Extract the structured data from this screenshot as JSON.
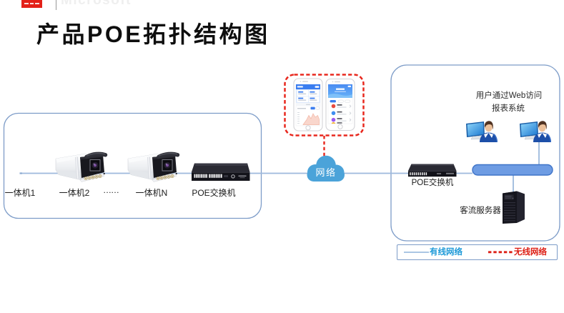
{
  "header": {
    "watermark": "Microsoft"
  },
  "title": "产品POE拓扑结构图",
  "left_group": {
    "camera_labels": [
      "一体机1",
      "一体机2",
      "……",
      "一体机N"
    ],
    "switch_label": "POE交换机"
  },
  "middle": {
    "cloud_label": "网络"
  },
  "right_group": {
    "caption_line1": "用户通过Web访问",
    "caption_line2": "报表系统",
    "switch_label": "POE交换机",
    "server_label": "客流服务器"
  },
  "legend": {
    "wired_label": "有线网络",
    "wireless_label": "无线网络"
  },
  "colors": {
    "logo_red": "#e32119",
    "wired_line": "#9db9dc",
    "wireless_line": "#e8281e",
    "cloud_fill": "#4ba3d9",
    "bus_fill": "#6e9ce3",
    "bus_border": "#3f74c8",
    "group_box_border": "#7d9cc8",
    "wired_text": "#1e9ad8",
    "wireless_text": "#dd1f15"
  }
}
